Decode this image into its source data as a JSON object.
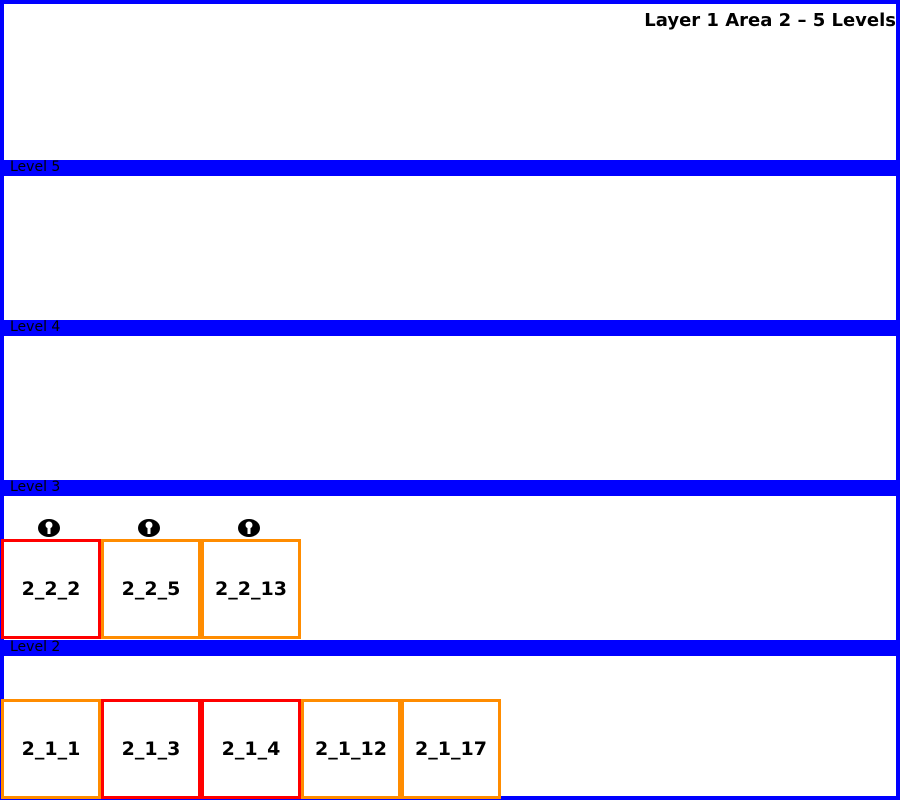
{
  "title": "Layer 1 Area 2 – 5 Levels",
  "colors": {
    "frame": "#0000ff",
    "red_border": "#ff0000",
    "orange_border": "#ff8c00"
  },
  "levels": [
    {
      "label": "Level 5"
    },
    {
      "label": "Level 4"
    },
    {
      "label": "Level 3"
    },
    {
      "label": "Level 2"
    }
  ],
  "level_2_cells": [
    {
      "label": "2_2_2",
      "status": "red",
      "icon": "key-marker-icon"
    },
    {
      "label": "2_2_5",
      "status": "orange",
      "icon": "key-marker-icon"
    },
    {
      "label": "2_2_13",
      "status": "orange",
      "icon": "key-marker-icon"
    }
  ],
  "level_1_cells": [
    {
      "label": "2_1_1",
      "status": "orange"
    },
    {
      "label": "2_1_3",
      "status": "red"
    },
    {
      "label": "2_1_4",
      "status": "red"
    },
    {
      "label": "2_1_12",
      "status": "orange"
    },
    {
      "label": "2_1_17",
      "status": "orange"
    }
  ]
}
